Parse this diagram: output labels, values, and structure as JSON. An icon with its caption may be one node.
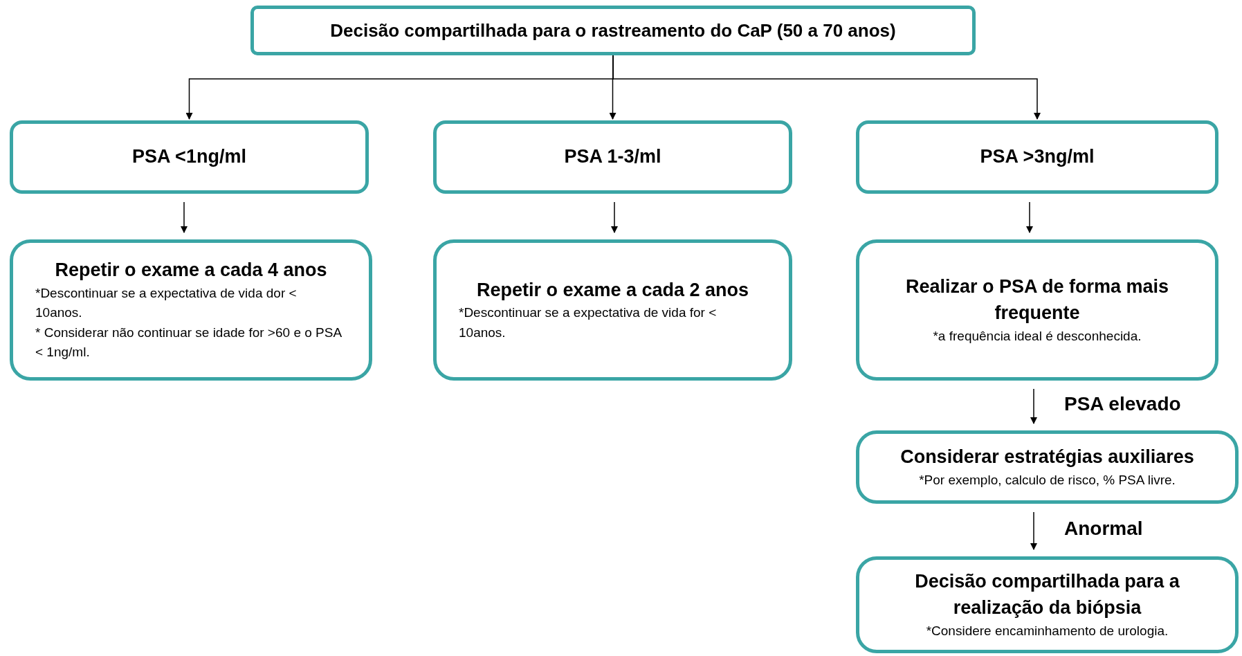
{
  "diagram": {
    "nodes": [
      {
        "text": [
          "Decisão compartilhada para o rastreamento do CaP (50 a 70 anos)"
        ]
      },
      {
        "text": [
          "PSA <1ng/ml"
        ]
      },
      {
        "text": [
          "PSA 1-3/ml"
        ]
      },
      {
        "text": [
          "PSA >3ng/ml"
        ]
      },
      {
        "text": [
          "Repetir o exame a cada 4 anos",
          "*Descontinuar se a expectativa de vida dor < 10anos.",
          "* Considerar não continuar se idade for >60 e o PSA < 1ng/ml."
        ]
      },
      {
        "text": [
          "Repetir o exame a cada 2 anos",
          "*Descontinuar se a expectativa de vida for < 10anos."
        ]
      },
      {
        "text": [
          "Realizar o PSA de forma mais frequente",
          "*a frequência ideal é desconhecida."
        ]
      },
      {
        "text": [
          "Considerar estratégias auxiliares",
          "*Por exemplo, calculo de risco, % PSA livre."
        ]
      },
      {
        "text": [
          "Decisão compartilhada para a realização da biópsia",
          "*Considere encaminhamento de urologia."
        ]
      }
    ],
    "edges": [
      {
        "from": 0,
        "to": 1,
        "arrow": "to"
      },
      {
        "from": 0,
        "to": 2,
        "arrow": "to"
      },
      {
        "from": 0,
        "to": 3,
        "arrow": "to"
      },
      {
        "from": 1,
        "to": 4,
        "arrow": "to"
      },
      {
        "from": 2,
        "to": 5,
        "arrow": "to"
      },
      {
        "from": 3,
        "to": 6,
        "arrow": "to"
      },
      {
        "from": 6,
        "to": 7,
        "arrow": "to",
        "label": "PSA elevado"
      },
      {
        "from": 7,
        "to": 8,
        "arrow": "to",
        "label": "Anormal"
      }
    ]
  }
}
